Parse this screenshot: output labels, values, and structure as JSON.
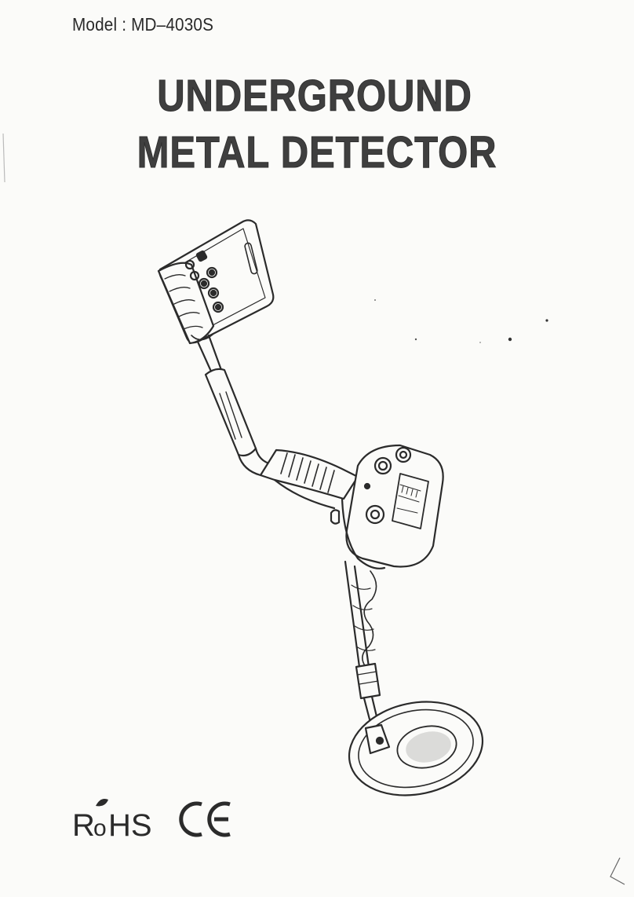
{
  "header": {
    "model": "Model : MD–4030S"
  },
  "title": {
    "line1": "UNDERGROUND",
    "line2": "METAL DETECTOR"
  },
  "logos": {
    "rohs": "RoHS",
    "ce": "CE"
  },
  "colors": {
    "paper": "#fbfbf9",
    "ink": "#2b2b2b",
    "title": "#3f3f3f"
  }
}
